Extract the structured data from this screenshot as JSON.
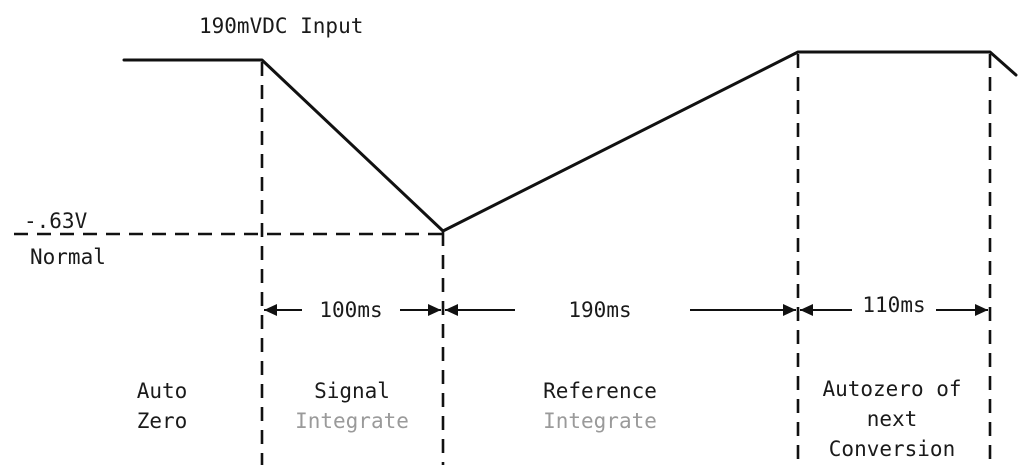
{
  "title": "190mVDC Input",
  "level_label": {
    "value": "-.63V",
    "sub": "Normal"
  },
  "intervals": [
    {
      "duration": "100ms"
    },
    {
      "duration": "190ms"
    },
    {
      "duration": "110ms"
    }
  ],
  "phases": [
    {
      "line1": "Auto",
      "line2": "Zero",
      "line3": ""
    },
    {
      "line1": "Signal",
      "line2": "Integrate",
      "line3": ""
    },
    {
      "line1": "Reference",
      "line2": "Integrate",
      "line3": ""
    },
    {
      "line1": "Autozero of",
      "line2": "next",
      "line3": "Conversion"
    }
  ]
}
